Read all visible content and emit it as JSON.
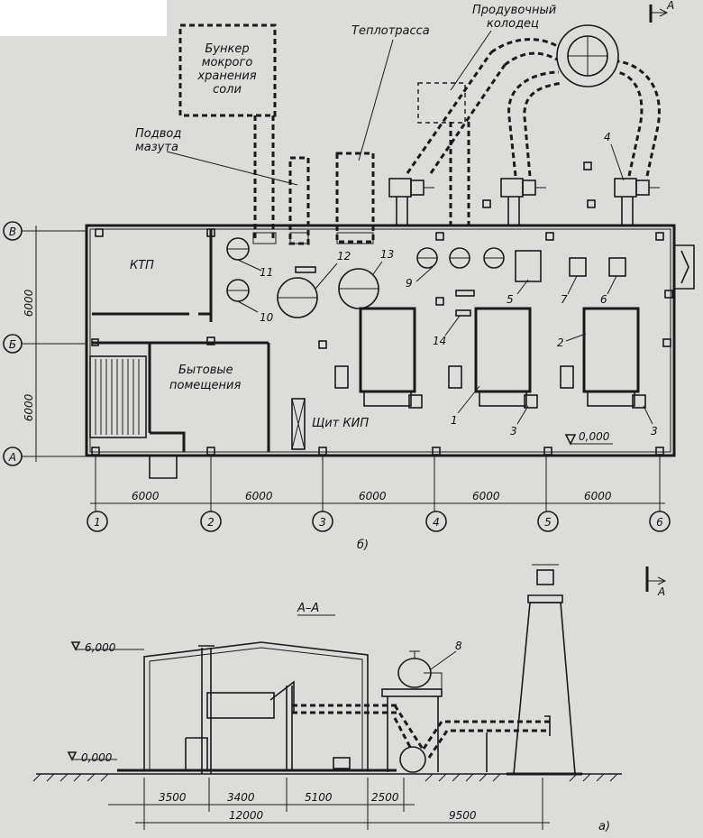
{
  "plan": {
    "labels": {
      "bunker": [
        "Бункер",
        "мокрого",
        "хранения",
        "соли"
      ],
      "heat_main": "Теплотрасса",
      "purge_well": [
        "Продувочный",
        "колодец"
      ],
      "fuel_supply": [
        "Подвод",
        "мазута"
      ],
      "ktp": "КТП",
      "household": [
        "Бытовые",
        "помещения"
      ],
      "kip_panel": "Щит КИП",
      "level_zero": "0,000",
      "caption": "б)"
    },
    "section_mark": "А",
    "row_axes": [
      "В",
      "Б",
      "А"
    ],
    "row_dims": [
      "6000",
      "6000"
    ],
    "col_axes": [
      "1",
      "2",
      "3",
      "4",
      "5",
      "6"
    ],
    "col_dims": [
      "6000",
      "6000",
      "6000",
      "6000",
      "6000"
    ],
    "callouts": [
      "1",
      "2",
      "3",
      "3",
      "4",
      "5",
      "6",
      "7",
      "9",
      "10",
      "11",
      "12",
      "13",
      "14"
    ]
  },
  "section": {
    "title": "А–А",
    "section_mark": "А",
    "level_top": "6,000",
    "level_zero": "0,000",
    "callout": "8",
    "dims_top": [
      "3500",
      "3400",
      "5100",
      "2500"
    ],
    "dims_bottom": [
      "12000",
      "9500"
    ],
    "caption": "а)"
  }
}
